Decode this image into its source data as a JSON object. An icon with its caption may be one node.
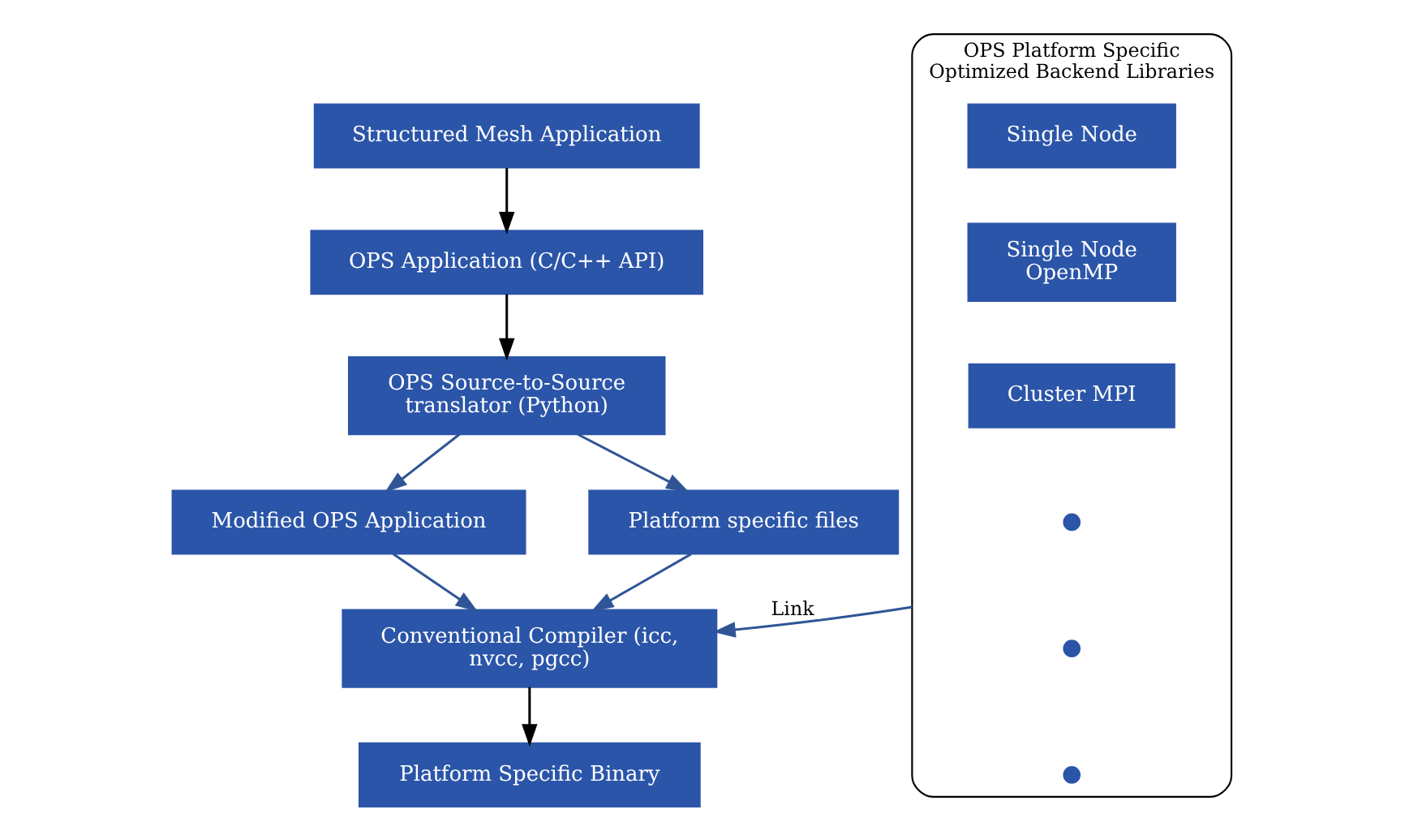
{
  "diagram": {
    "nodes": [
      {
        "text": [
          "Structured Mesh Application"
        ]
      },
      {
        "text": [
          "OPS Application (C/C++ API)"
        ]
      },
      {
        "text": [
          "OPS Source-to-Source translator (Python)"
        ]
      },
      {
        "text": [
          "Modified OPS Application"
        ]
      },
      {
        "text": [
          "Platform specific files"
        ]
      },
      {
        "text": [
          "Conventional Compiler (icc, nvcc, pgcc)"
        ]
      },
      {
        "text": [
          "Platform Specific Binary"
        ]
      },
      {
        "text": [
          "OPS Platform Specific Optimized Backend Libraries"
        ]
      },
      {
        "text": [
          "Single Node"
        ],
        "in": 7
      },
      {
        "text": [
          "Single Node OpenMP"
        ],
        "in": 7
      },
      {
        "text": [
          "Cluster MPI"
        ],
        "in": 7
      },
      {
        "text": [],
        "shape": "circle",
        "in": 7
      },
      {
        "text": [],
        "shape": "circle",
        "in": 7
      },
      {
        "text": [],
        "shape": "circle",
        "in": 7
      }
    ],
    "edges": [
      {
        "from": 0,
        "to": 1,
        "arrow": "to",
        "color": "#000000"
      },
      {
        "from": 1,
        "to": 2,
        "arrow": "to",
        "color": "#000000"
      },
      {
        "from": 2,
        "to": 3,
        "arrow": "to"
      },
      {
        "from": 2,
        "to": 4,
        "arrow": "to"
      },
      {
        "from": 3,
        "to": 5,
        "arrow": "to"
      },
      {
        "from": 4,
        "to": 5,
        "arrow": "to"
      },
      {
        "from": 7,
        "to": 5,
        "arrow": "to",
        "label": "Link"
      },
      {
        "from": 5,
        "to": 6,
        "arrow": "to",
        "color": "#000000"
      }
    ]
  }
}
